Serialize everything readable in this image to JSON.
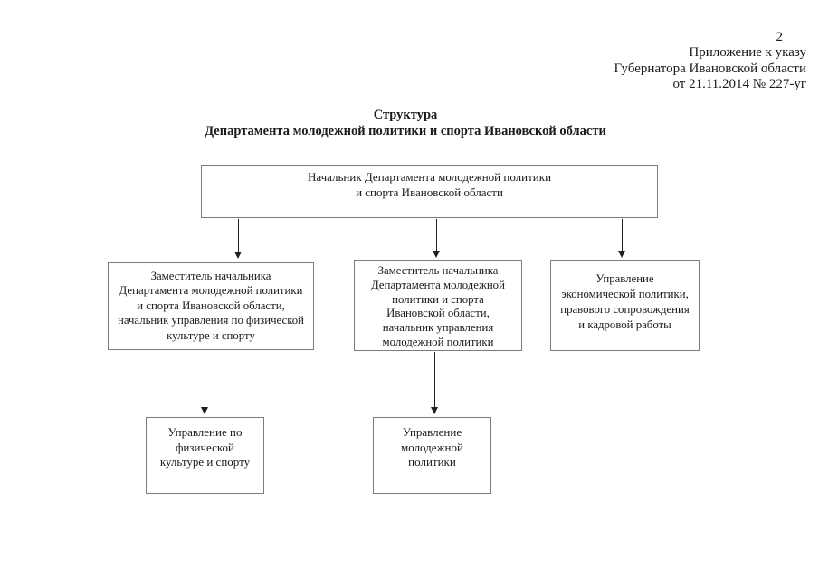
{
  "page": {
    "number": "2",
    "header_lines": [
      "Приложение к указу",
      "Губернатора Ивановской области",
      "от 21.11.2014 № 227-уг"
    ],
    "title_lines": [
      "Структура",
      "Департамента молодежной политики и спорта Ивановской области"
    ]
  },
  "diagram": {
    "nodes": {
      "head": {
        "lines": [
          "Начальник Департамента молодежной политики",
          "и спорта Ивановской области"
        ]
      },
      "deputy_sport": {
        "lines": [
          "Заместитель начальника",
          "Департамента молодежной политики",
          "и спорта Ивановской области,",
          "начальник управления по физической",
          "культуре и спорту"
        ]
      },
      "deputy_youth": {
        "lines": [
          "Заместитель начальника",
          "Департамента молодежной",
          "политики и спорта",
          "Ивановской области,",
          "начальник управления",
          "молодежной политики"
        ]
      },
      "econ": {
        "lines": [
          "Управление",
          "экономической политики,",
          "правового сопровождения",
          "и кадровой работы"
        ]
      },
      "sport": {
        "lines": [
          "Управление по",
          "физической",
          "культуре и спорту"
        ]
      },
      "youth": {
        "lines": [
          "Управление",
          "молодежной",
          "политики"
        ]
      }
    },
    "edges": [
      {
        "from": "head",
        "to": "deputy_sport"
      },
      {
        "from": "head",
        "to": "deputy_youth"
      },
      {
        "from": "head",
        "to": "econ"
      },
      {
        "from": "deputy_sport",
        "to": "sport"
      },
      {
        "from": "deputy_youth",
        "to": "youth"
      }
    ],
    "colors": {
      "background": "#ffffff",
      "box_border": "#7d7d7d",
      "arrow": "#1f1f1f",
      "text": "#1a1a1a"
    }
  }
}
